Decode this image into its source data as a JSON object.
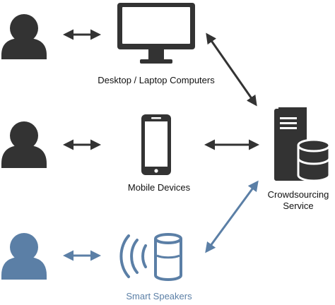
{
  "nodes": {
    "desktop": {
      "label": "Desktop / Laptop Computers",
      "icon": "monitor-icon"
    },
    "mobile": {
      "label": "Mobile Devices",
      "icon": "smartphone-icon"
    },
    "speaker": {
      "label": "Smart Speakers",
      "icon": "smart-speaker-icon"
    },
    "service": {
      "label_lines": [
        "Crowdsourcing",
        "Service"
      ],
      "icon": "server-database-icon"
    }
  },
  "users": [
    {
      "icon": "user-icon",
      "color": "#333333"
    },
    {
      "icon": "user-icon",
      "color": "#333333"
    },
    {
      "icon": "user-icon",
      "color": "#5b7fa6"
    }
  ],
  "colors": {
    "dark": "#333333",
    "blue": "#5b7fa6",
    "label_dark": "#111111",
    "label_blue": "#5b7fa6"
  }
}
